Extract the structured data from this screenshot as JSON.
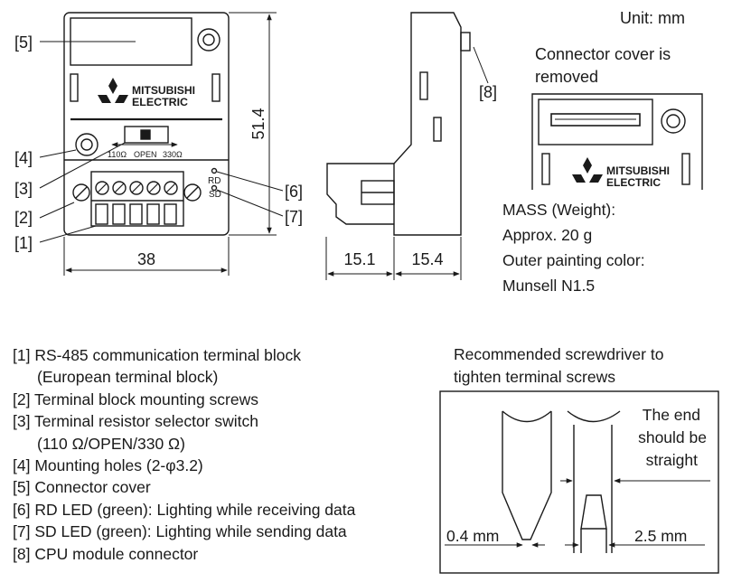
{
  "unit_label": "Unit: mm",
  "front_view": {
    "logo_line1": "MITSUBISHI",
    "logo_line2": "ELECTRIC",
    "switch_labels": [
      "110Ω",
      "OPEN",
      "330Ω"
    ],
    "led_labels": [
      "RD",
      "SD"
    ],
    "dim_height": "51.4",
    "dim_width": "38",
    "callouts": [
      "[5]",
      "[4]",
      "[3]",
      "[2]",
      "[1]",
      "[6]",
      "[7]"
    ]
  },
  "side_view": {
    "callout": "[8]",
    "dim_left": "15.1",
    "dim_right": "15.4"
  },
  "cover_removed": {
    "caption_line1": "Connector cover is",
    "caption_line2": "removed",
    "logo_line1": "MITSUBISHI",
    "logo_line2": "ELECTRIC"
  },
  "specs": [
    "MASS (Weight):",
    "Approx. 20 g",
    "Outer painting color:",
    "Munsell N1.5"
  ],
  "legend": [
    "[1] RS-485 communication terminal block",
    "(European terminal block)",
    "[2] Terminal block mounting screws",
    "[3] Terminal resistor selector switch",
    "(110 Ω/OPEN/330 Ω)",
    "[4] Mounting holes (2-φ3.2)",
    "[5] Connector cover",
    "[6] RD LED (green): Lighting while receiving data",
    "[7] SD LED (green): Lighting while sending data",
    "[8] CPU module connector"
  ],
  "screwdriver": {
    "title_line1": "Recommended screwdriver to",
    "title_line2": "tighten terminal screws",
    "note_line1": "The end",
    "note_line2": "should be",
    "note_line3": "straight",
    "dim_tip": "0.4 mm",
    "dim_width": "2.5 mm"
  }
}
